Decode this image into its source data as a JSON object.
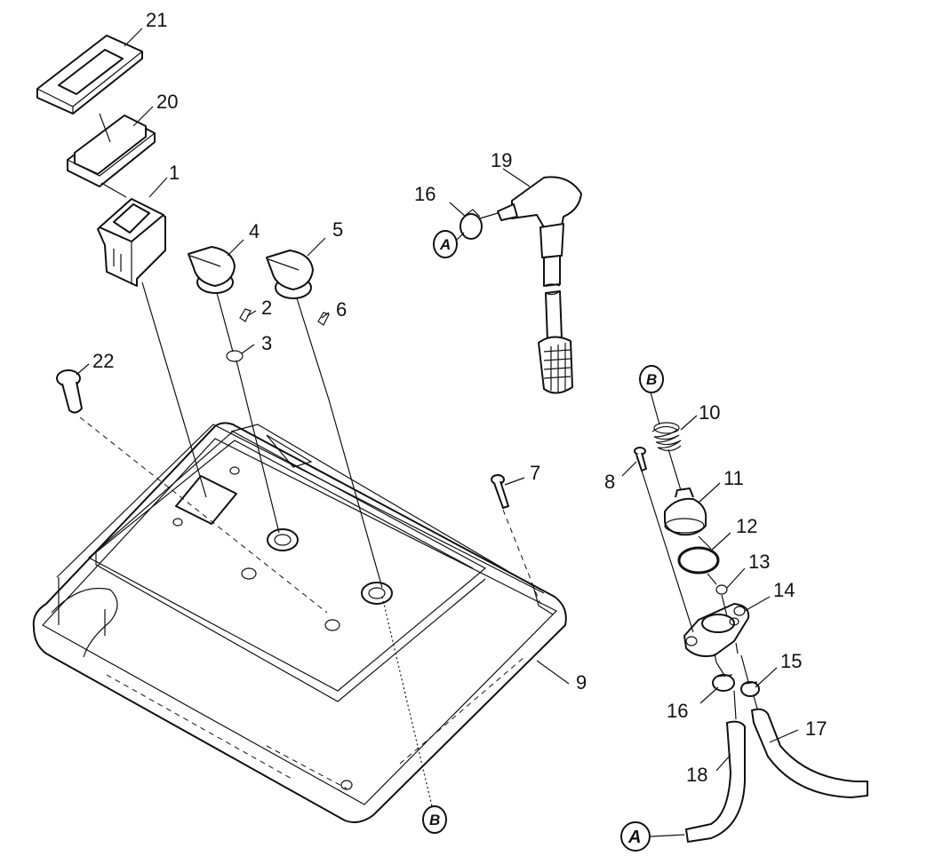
{
  "diagram": {
    "part_numbers": [
      "1",
      "2",
      "3",
      "4",
      "5",
      "6",
      "7",
      "8",
      "9",
      "10",
      "11",
      "12",
      "13",
      "14",
      "15",
      "16",
      "17",
      "18",
      "19",
      "20",
      "21",
      "22"
    ],
    "labels": {
      "p1": "1",
      "p2": "2",
      "p3": "3",
      "p4": "4",
      "p5": "5",
      "p6": "6",
      "p7": "7",
      "p8": "8",
      "p9": "9",
      "p10": "10",
      "p11": "11",
      "p12": "12",
      "p13": "13",
      "p14": "14",
      "p15": "15",
      "p16a": "16",
      "p16b": "16",
      "p17": "17",
      "p18": "18",
      "p19": "19",
      "p20": "20",
      "p21": "21",
      "p22": "22"
    },
    "connectors": {
      "a1": "A",
      "a2": "A",
      "b1": "B",
      "b2": "B"
    }
  }
}
